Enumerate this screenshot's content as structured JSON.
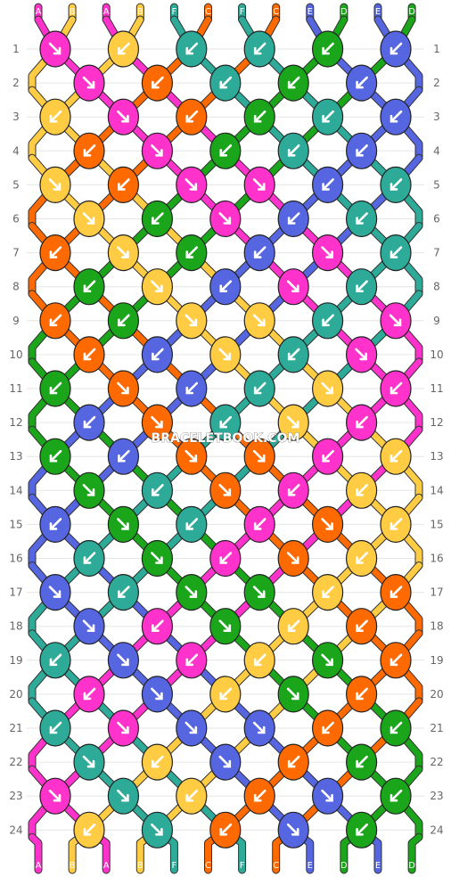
{
  "watermark": "BRACELETBOOK.COM",
  "colors": {
    "A": "#ff33cc",
    "B": "#ffcc44",
    "C": "#ff6a00",
    "D": "#1aa51a",
    "E": "#5566e0",
    "F": "#2eaa99"
  },
  "top_labels": [
    "A",
    "B",
    "A",
    "B",
    "F",
    "C",
    "F",
    "C",
    "E",
    "D",
    "E",
    "D"
  ],
  "bottom_labels": [
    "A",
    "B",
    "A",
    "B",
    "F",
    "C",
    "F",
    "C",
    "E",
    "D",
    "E",
    "D"
  ],
  "row_numbers": [
    "1",
    "2",
    "3",
    "4",
    "5",
    "6",
    "7",
    "8",
    "9",
    "10",
    "11",
    "12",
    "13",
    "14",
    "15",
    "16",
    "17",
    "18",
    "19",
    "20",
    "21",
    "22",
    "23",
    "24"
  ],
  "knots": [
    [
      [
        "A",
        "dr"
      ],
      [
        "B",
        "dl"
      ],
      [
        "F",
        "dl"
      ],
      [
        "F",
        "dl"
      ],
      [
        "D",
        "dl"
      ],
      [
        "E",
        "dl"
      ]
    ],
    [
      [
        "A",
        "dr"
      ],
      [
        "C",
        "dl"
      ],
      [
        "F",
        "dl"
      ],
      [
        "D",
        "dl"
      ],
      [
        "E",
        "dl"
      ]
    ],
    [
      [
        "B",
        "dl"
      ],
      [
        "A",
        "dr"
      ],
      [
        "C",
        "dl"
      ],
      [
        "D",
        "dl"
      ],
      [
        "F",
        "dl"
      ],
      [
        "E",
        "dl"
      ]
    ],
    [
      [
        "C",
        "dl"
      ],
      [
        "A",
        "dr"
      ],
      [
        "D",
        "dl"
      ],
      [
        "F",
        "dl"
      ],
      [
        "E",
        "dl"
      ]
    ],
    [
      [
        "B",
        "dr"
      ],
      [
        "C",
        "dl"
      ],
      [
        "A",
        "dr"
      ],
      [
        "A",
        "dr"
      ],
      [
        "E",
        "dl"
      ],
      [
        "F",
        "dl"
      ]
    ],
    [
      [
        "B",
        "dr"
      ],
      [
        "D",
        "dl"
      ],
      [
        "A",
        "dr"
      ],
      [
        "E",
        "dl"
      ],
      [
        "F",
        "dl"
      ]
    ],
    [
      [
        "C",
        "dl"
      ],
      [
        "B",
        "dr"
      ],
      [
        "D",
        "dl"
      ],
      [
        "E",
        "dl"
      ],
      [
        "A",
        "dr"
      ],
      [
        "F",
        "dl"
      ]
    ],
    [
      [
        "D",
        "dl"
      ],
      [
        "B",
        "dr"
      ],
      [
        "E",
        "dl"
      ],
      [
        "A",
        "dr"
      ],
      [
        "F",
        "dl"
      ]
    ],
    [
      [
        "C",
        "dl"
      ],
      [
        "D",
        "dl"
      ],
      [
        "B",
        "dr"
      ],
      [
        "B",
        "dr"
      ],
      [
        "F",
        "dl"
      ],
      [
        "A",
        "dr"
      ]
    ],
    [
      [
        "C",
        "dl"
      ],
      [
        "E",
        "dl"
      ],
      [
        "B",
        "dr"
      ],
      [
        "F",
        "dl"
      ],
      [
        "A",
        "dr"
      ]
    ],
    [
      [
        "D",
        "dl"
      ],
      [
        "C",
        "dr"
      ],
      [
        "E",
        "dl"
      ],
      [
        "F",
        "dl"
      ],
      [
        "B",
        "dr"
      ],
      [
        "A",
        "dl"
      ]
    ],
    [
      [
        "E",
        "dl"
      ],
      [
        "C",
        "dr"
      ],
      [
        "F",
        "dl"
      ],
      [
        "B",
        "dr"
      ],
      [
        "A",
        "dl"
      ]
    ],
    [
      [
        "D",
        "dl"
      ],
      [
        "E",
        "dl"
      ],
      [
        "C",
        "dr"
      ],
      [
        "C",
        "dr"
      ],
      [
        "A",
        "dl"
      ],
      [
        "B",
        "dl"
      ]
    ],
    [
      [
        "D",
        "dr"
      ],
      [
        "F",
        "dl"
      ],
      [
        "C",
        "dr"
      ],
      [
        "A",
        "dl"
      ],
      [
        "B",
        "dl"
      ]
    ],
    [
      [
        "E",
        "dl"
      ],
      [
        "D",
        "dr"
      ],
      [
        "F",
        "dl"
      ],
      [
        "A",
        "dl"
      ],
      [
        "C",
        "dr"
      ],
      [
        "B",
        "dl"
      ]
    ],
    [
      [
        "F",
        "dl"
      ],
      [
        "D",
        "dr"
      ],
      [
        "A",
        "dl"
      ],
      [
        "C",
        "dr"
      ],
      [
        "B",
        "dl"
      ]
    ],
    [
      [
        "E",
        "dr"
      ],
      [
        "F",
        "dl"
      ],
      [
        "D",
        "dr"
      ],
      [
        "D",
        "dr"
      ],
      [
        "B",
        "dl"
      ],
      [
        "C",
        "dl"
      ]
    ],
    [
      [
        "E",
        "dr"
      ],
      [
        "A",
        "dl"
      ],
      [
        "D",
        "dr"
      ],
      [
        "B",
        "dl"
      ],
      [
        "C",
        "dl"
      ]
    ],
    [
      [
        "F",
        "dl"
      ],
      [
        "E",
        "dr"
      ],
      [
        "A",
        "dl"
      ],
      [
        "B",
        "dl"
      ],
      [
        "D",
        "dr"
      ],
      [
        "C",
        "dl"
      ]
    ],
    [
      [
        "A",
        "dl"
      ],
      [
        "E",
        "dr"
      ],
      [
        "B",
        "dl"
      ],
      [
        "D",
        "dr"
      ],
      [
        "C",
        "dl"
      ]
    ],
    [
      [
        "F",
        "dl"
      ],
      [
        "A",
        "dr"
      ],
      [
        "E",
        "dr"
      ],
      [
        "E",
        "dr"
      ],
      [
        "C",
        "dl"
      ],
      [
        "D",
        "dl"
      ]
    ],
    [
      [
        "F",
        "dr"
      ],
      [
        "B",
        "dl"
      ],
      [
        "E",
        "dr"
      ],
      [
        "C",
        "dl"
      ],
      [
        "D",
        "dl"
      ]
    ],
    [
      [
        "A",
        "dr"
      ],
      [
        "F",
        "dr"
      ],
      [
        "B",
        "dl"
      ],
      [
        "C",
        "dl"
      ],
      [
        "E",
        "dr"
      ],
      [
        "D",
        "dl"
      ]
    ],
    [
      [
        "B",
        "dl"
      ],
      [
        "F",
        "dr"
      ],
      [
        "C",
        "dl"
      ],
      [
        "E",
        "dr"
      ],
      [
        "D",
        "dl"
      ]
    ]
  ]
}
